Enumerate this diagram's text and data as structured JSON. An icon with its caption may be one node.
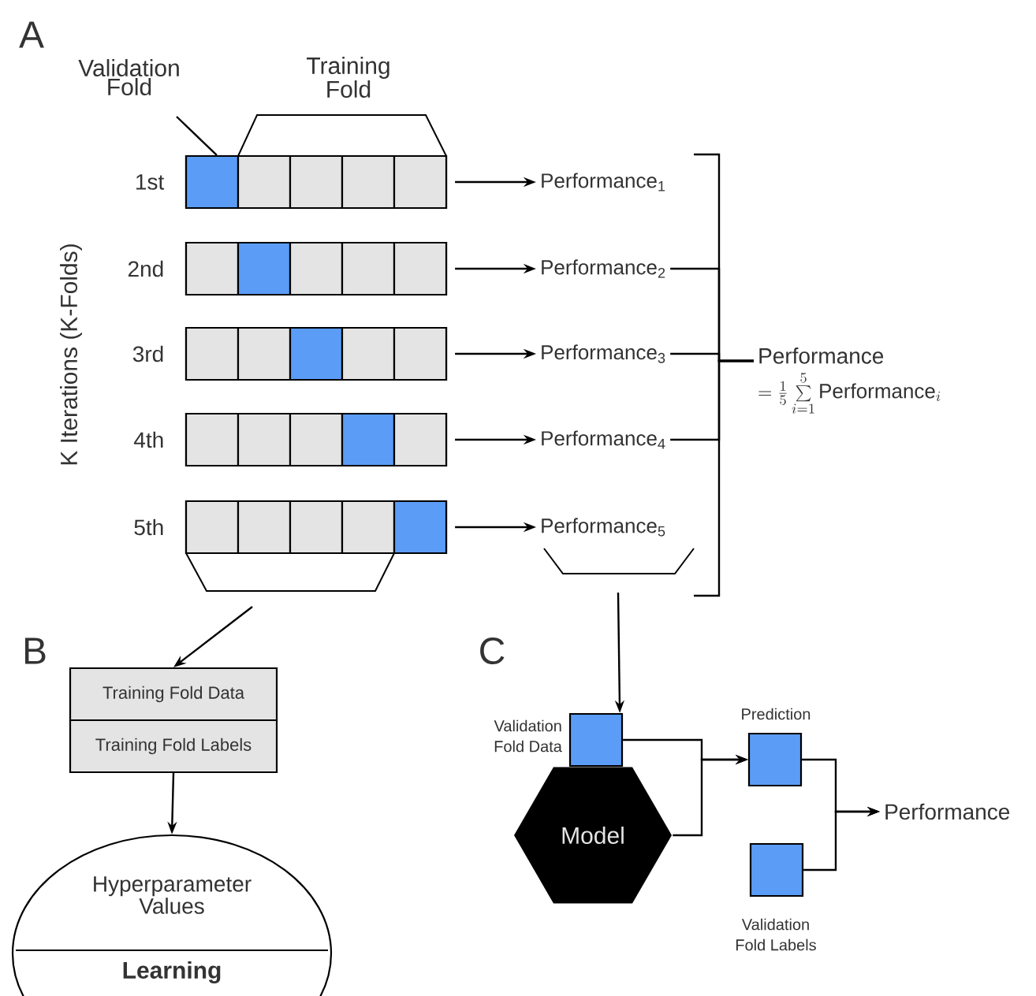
{
  "diagram": {
    "nodes": [
      {
        "text": [],
        "shape": "box",
        "beside": [
          "1st"
        ]
      },
      {
        "text": [],
        "shape": "box",
        "beside": [
          "2nd"
        ]
      },
      {
        "text": [],
        "shape": "box",
        "beside": [
          "3rd"
        ]
      },
      {
        "text": [],
        "shape": "box",
        "beside": [
          "4th"
        ]
      },
      {
        "text": [],
        "shape": "box",
        "beside": [
          "5th"
        ]
      },
      {
        "text": [
          "Performance$_{1}$"
        ]
      },
      {
        "text": [
          "Performance$_{2}$"
        ]
      },
      {
        "text": [
          "Performance$_{3}$"
        ]
      },
      {
        "text": [
          "Performance$_{4}$"
        ]
      },
      {
        "text": [
          "Performance$_{5}$"
        ]
      },
      {
        "text": [
          "Performance",
          "=\\frac{1}{5}\\sum\\limits_{i=1}^{5}\\mathrm{Performance}_{i}"
        ]
      },
      {
        "text": [
          "Validation Fold"
        ]
      },
      {
        "text": [
          "Training Fold Data"
        ]
      },
      {
        "text": [
          "Training Fold Labels"
        ]
      },
      {
        "text": [
          "Hyperparameter Values",
          "Learning"
        ]
      },
      {
        "text": [],
        "shape": "box",
        "beside": [
          "Validation Fold Data"
        ]
      },
      {
        "text": [
          "Model"
        ]
      },
      {
        "text": [],
        "shape": "box",
        "beside": [
          "Prediction"
        ]
      },
      {
        "text": [],
        "shape": "box",
        "beside": [
          "Validation Fold Labels"
        ]
      },
      {
        "text": [
          "Performance"
        ]
      }
    ],
    "edges": [
      {
        "from": 0,
        "to": 5,
        "arrow": "to"
      },
      {
        "from": 1,
        "to": 6,
        "arrow": "to"
      },
      {
        "from": 2,
        "to": 7,
        "arrow": "to"
      },
      {
        "from": 3,
        "to": 8,
        "arrow": "to"
      },
      {
        "from": 4,
        "to": 9,
        "arrow": "to"
      },
      {
        "from": 5,
        "to": 10,
        "arrow": "none"
      },
      {
        "from": 6,
        "to": 10,
        "arrow": "none"
      },
      {
        "from": 7,
        "to": 10,
        "arrow": "none"
      },
      {
        "from": 8,
        "to": 10,
        "arrow": "none"
      },
      {
        "from": 9,
        "to": 10,
        "arrow": "none"
      },
      {
        "from": 11,
        "to": 0,
        "arrow": "none"
      },
      {
        "from": 4,
        "to": 12,
        "arrow": "to"
      },
      {
        "from": 9,
        "to": 15,
        "arrow": "to"
      },
      {
        "from": 13,
        "to": 14,
        "arrow": "to"
      },
      {
        "from": 15,
        "to": 17,
        "arrow": "to"
      },
      {
        "from": 16,
        "to": 17,
        "arrow": "to"
      },
      {
        "from": 17,
        "to": 19,
        "arrow": "to"
      },
      {
        "from": 18,
        "to": 19,
        "arrow": "to"
      }
    ],
    "labels": [
      "A",
      "Training Fold",
      "K Iterations (K-Folds)",
      "B",
      "C"
    ]
  }
}
